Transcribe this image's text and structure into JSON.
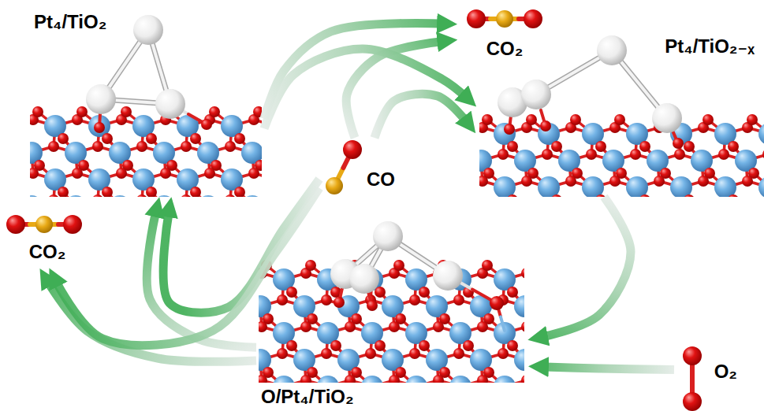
{
  "diagram": {
    "nodes": [
      {
        "text": [
          "Pt₄/TiO₂"
        ]
      },
      {
        "text": [
          "CO"
        ]
      },
      {
        "text": [
          "CO₂"
        ]
      },
      {
        "text": [
          "Pt₄/TiO₂₋ₓ"
        ]
      },
      {
        "text": [
          "O₂"
        ]
      },
      {
        "text": [
          "O/Pt₄/TiO₂"
        ]
      },
      {
        "text": [
          "CO₂"
        ]
      }
    ],
    "edges": [
      {
        "from": 0,
        "to": 2,
        "arrow": "to"
      },
      {
        "from": 0,
        "to": 3,
        "arrow": "to"
      },
      {
        "from": 1,
        "to": 2,
        "arrow": "to"
      },
      {
        "from": 1,
        "to": 3,
        "arrow": "to"
      },
      {
        "from": 3,
        "to": 5,
        "arrow": "to"
      },
      {
        "from": 4,
        "to": 5,
        "arrow": "to"
      },
      {
        "from": 5,
        "to": 0,
        "arrow": "to"
      },
      {
        "from": 5,
        "to": 6,
        "arrow": "to"
      },
      {
        "from": 1,
        "to": 0,
        "arrow": "to"
      },
      {
        "from": 1,
        "to": 6,
        "arrow": "to"
      }
    ]
  }
}
